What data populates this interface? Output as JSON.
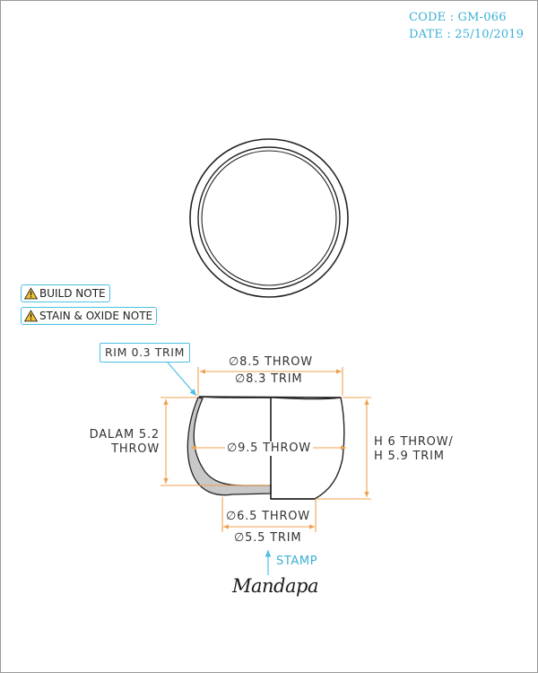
{
  "header": {
    "code": "CODE : GM-066",
    "date": "DATE : 25/10/2019"
  },
  "notes": {
    "build": "BUILD NOTE",
    "stain": "STAIN & OXIDE NOTE"
  },
  "callouts": {
    "rim": "RIM 0.3 TRIM",
    "stamp": "STAMP"
  },
  "dimensions": {
    "top_throw": "∅8.5 THROW",
    "top_trim": "∅8.3 TRIM",
    "mid_throw": "∅9.5 THROW",
    "base_throw": "∅6.5 THROW",
    "base_trim": "∅5.5 TRIM",
    "depth_line1": "DALAM 5.2",
    "depth_line2": "THROW",
    "height_line1": "H 6 THROW/",
    "height_line2": "H 5.9 TRIM"
  },
  "brand": {
    "logo": "Mandapa"
  },
  "colors": {
    "dimension": "#f0a050",
    "callout": "#4cc0e2",
    "accent_text": "#3ab0d6",
    "section_fill": "#c8c8c8",
    "warning": "#f2c230"
  }
}
